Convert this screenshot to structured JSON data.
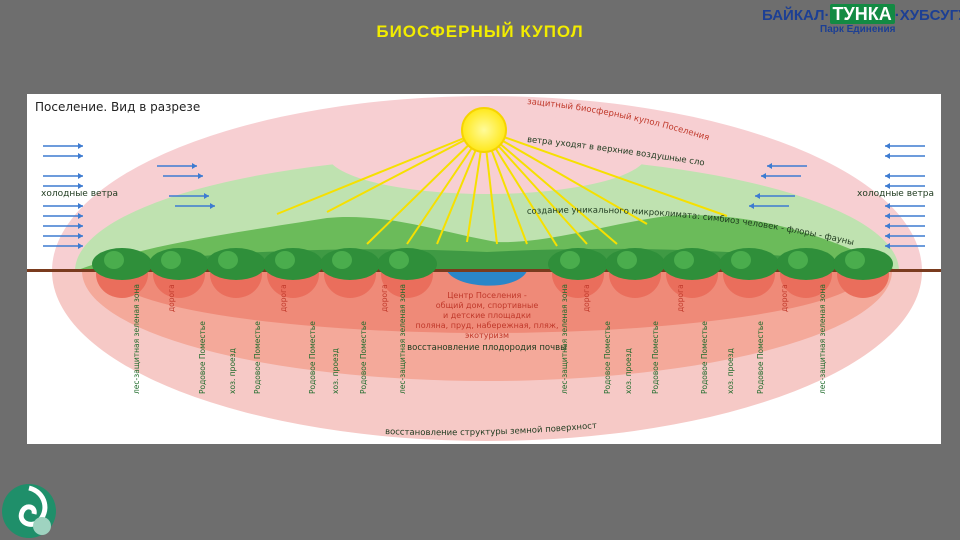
{
  "slide": {
    "title": "БИОСФЕРНЫЙ КУПОЛ",
    "logo": {
      "left": "БАЙКАЛ·",
      "middle": "ТУНКА",
      "right": "·ХУБСУГУЛ",
      "subtitle": "Парк Единения"
    }
  },
  "diagram": {
    "caption": "Поселение. Вид в разрезе",
    "dome_label": "защитный биосферный купол Поселения",
    "winds_up": "ветра уходят в верхние воздушные слои",
    "microclimate": "создание уникального микроклимата: симбиоз человек - флоры - фауны",
    "cold_winds_left": "холодные ветра",
    "cold_winds_right": "холодные ветра",
    "center_text": [
      "Центр Поселения -",
      "общий дом, спортивные",
      "и детские площадки",
      "поляна, пруд, набережная, пляж,",
      "экотуризм"
    ],
    "soil_restore": "восстановление плодородия почвы",
    "surface_restore": "восстановление структуры земной поверхности",
    "strip_labels": [
      "лес-защитная зеленая зона",
      "дорога",
      "Родовое Поместье",
      "хоз. проезд",
      "Родовое Поместье",
      "дорога",
      "Родовое Поместье",
      "хоз. проезд",
      "Родовое Поместье",
      "дорога",
      "лес-защитная зеленая зона",
      "лес-защитная зеленая зона",
      "дорога",
      "Родовое Поместье",
      "хоз. проезд",
      "Родовое Поместье",
      "дорога",
      "Родовое Поместье",
      "хоз. проезд",
      "Родовое Поместье",
      "дорога",
      "лес-защитная зеленая зона"
    ]
  },
  "colors": {
    "background": "#6e6e6e",
    "title": "#f2ec00",
    "dome": "#f7c9cc",
    "green_dark": "#2f8f3a",
    "green_light": "#9fd08b",
    "soil": "#f08070",
    "sun": "#ffe81a",
    "water": "#2a86c8",
    "wind_arrow": "#3d7bd1",
    "label_red": "#c0392b",
    "label_green": "#1e6b2a"
  },
  "icons": {
    "corner": "swirl-logo-icon",
    "sun": "sun-icon",
    "wind": "wind-arrow-icon"
  }
}
